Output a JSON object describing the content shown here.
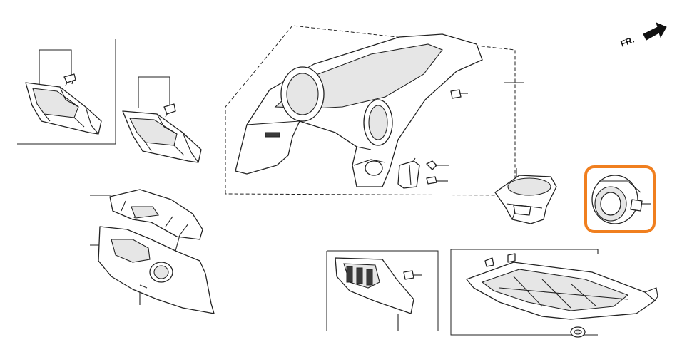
{
  "direction_marker": {
    "label": "FR."
  },
  "highlight": {
    "color": "#f07f1f"
  },
  "parts": [
    {
      "id": "upper-vent-left",
      "icon": "vent-housing-icon"
    },
    {
      "id": "upper-vent-center",
      "icon": "vent-housing-icon"
    },
    {
      "id": "instrument-panel",
      "icon": "dashboard-panel-icon"
    },
    {
      "id": "column-cover",
      "icon": "steering-column-cover-icon"
    },
    {
      "id": "center-vent-panel",
      "icon": "vent-panel-icon"
    },
    {
      "id": "side-vent-cup",
      "icon": "vent-cup-icon"
    },
    {
      "id": "round-vent",
      "icon": "round-vent-icon"
    },
    {
      "id": "lower-cover-panel",
      "icon": "lower-cover-icon"
    }
  ]
}
